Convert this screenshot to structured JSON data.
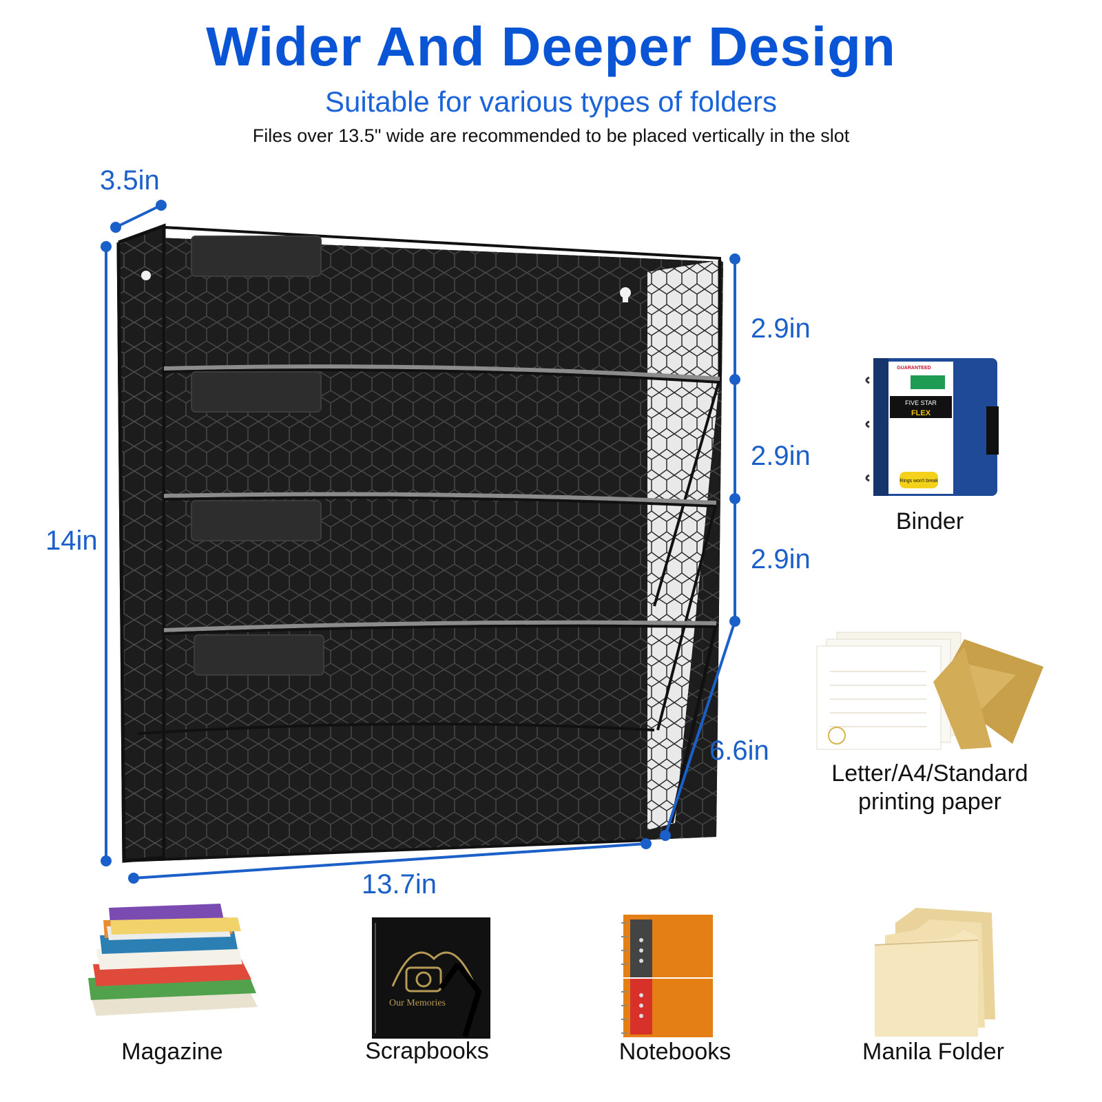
{
  "header": {
    "title": "Wider And Deeper Design",
    "subtitle": "Suitable for various types of folders",
    "note": "Files over 13.5\" wide are recommended to be placed vertically in the slot"
  },
  "dimensions": {
    "depth_top": "3.5in",
    "height": "14in",
    "pocket_1": "2.9in",
    "pocket_2": "2.9in",
    "pocket_3": "2.9in",
    "depth_bottom": "6.6in",
    "width": "13.7in"
  },
  "side_items": {
    "binder": "Binder",
    "paper_line1": "Letter/A4/Standard",
    "paper_line2": "printing paper"
  },
  "bottom_items": {
    "magazine": "Magazine",
    "scrapbooks": "Scrapbooks",
    "notebooks": "Notebooks",
    "manila_folder": "Manila Folder"
  },
  "product_text": {
    "binder_badge": "GUARANTEED",
    "binder_brand": "FIVE STAR",
    "binder_model": "FLEX",
    "binder_sticker": "Rings won't break",
    "scrapbook_title": "Our Memories"
  },
  "colors": {
    "accent_blue": "#0a54d6",
    "dimension_blue": "#1b5fc9",
    "product_black": "#1c1c1c"
  }
}
